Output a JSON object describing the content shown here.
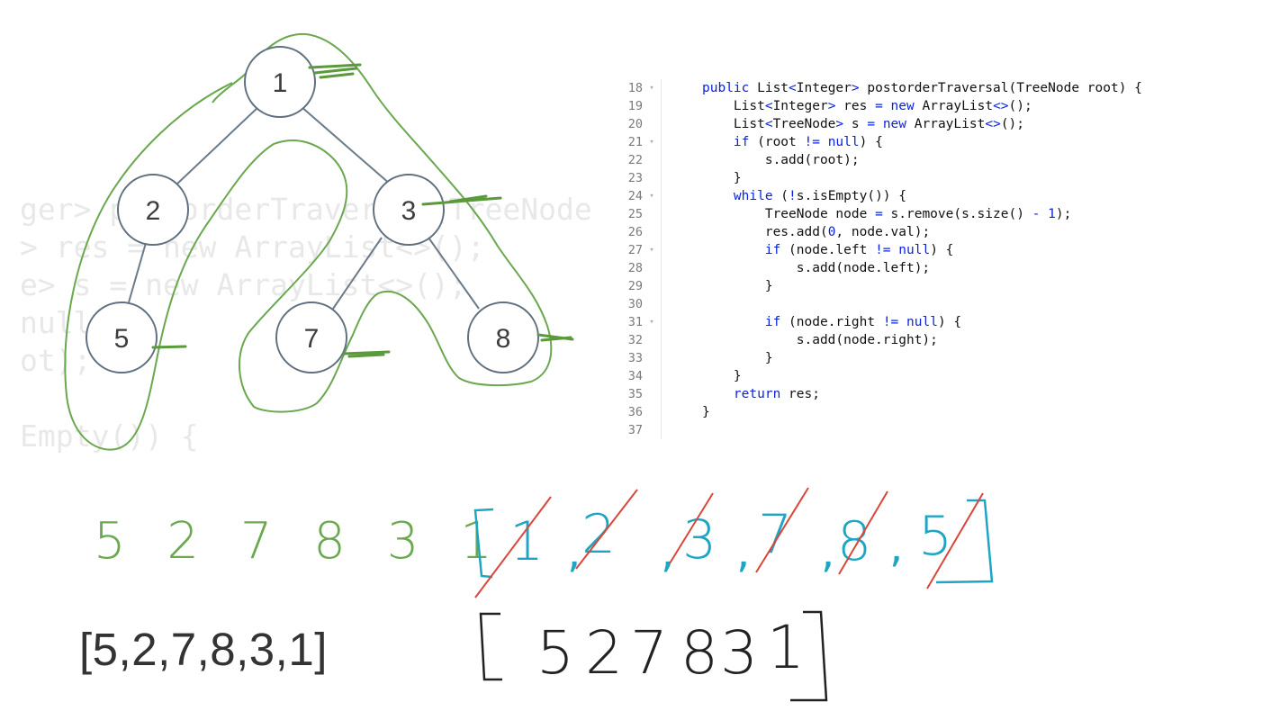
{
  "background_code": {
    "lines": [
      "ger> postorderTraversal(TreeNode root) {",
      "> res = new ArrayList<>();",
      "e> s = new ArrayList<>();",
      "null) {",
      "ot);",
      "",
      "Empty()) {"
    ]
  },
  "tree": {
    "nodes": [
      {
        "label": "1"
      },
      {
        "label": "2"
      },
      {
        "label": "3"
      },
      {
        "label": "5"
      },
      {
        "label": "7"
      },
      {
        "label": "8"
      }
    ]
  },
  "code": {
    "lines": [
      {
        "n": "18",
        "fold": true,
        "html": "<span class=\"kw\">public</span> List<span class=\"kw\">&lt;</span>Integer<span class=\"kw\">&gt;</span> postorderTraversal(TreeNode root) {"
      },
      {
        "n": "19",
        "fold": false,
        "html": "    List<span class=\"kw\">&lt;</span>Integer<span class=\"kw\">&gt;</span> res <span class=\"kw\">=</span> <span class=\"kw\">new</span> ArrayList<span class=\"kw\">&lt;&gt;</span>();"
      },
      {
        "n": "20",
        "fold": false,
        "html": "    List<span class=\"kw\">&lt;</span>TreeNode<span class=\"kw\">&gt;</span> s <span class=\"kw\">=</span> <span class=\"kw\">new</span> ArrayList<span class=\"kw\">&lt;&gt;</span>();"
      },
      {
        "n": "21",
        "fold": true,
        "html": "    <span class=\"kw\">if</span> (root <span class=\"kw\">!=</span> <span class=\"kw\">null</span>) {"
      },
      {
        "n": "22",
        "fold": false,
        "html": "        s.add(root);"
      },
      {
        "n": "23",
        "fold": false,
        "html": "    }"
      },
      {
        "n": "24",
        "fold": true,
        "html": "    <span class=\"kw\">while</span> (<span class=\"kw\">!</span>s.isEmpty()) {"
      },
      {
        "n": "25",
        "fold": false,
        "html": "        TreeNode node <span class=\"kw\">=</span> s.remove(s.size() <span class=\"kw\">-</span> <span class=\"num\">1</span>);"
      },
      {
        "n": "26",
        "fold": false,
        "html": "        res.add(<span class=\"num\">0</span>, node.val);"
      },
      {
        "n": "27",
        "fold": true,
        "html": "        <span class=\"kw\">if</span> (node.left <span class=\"kw\">!=</span> <span class=\"kw\">null</span>) {"
      },
      {
        "n": "28",
        "fold": false,
        "html": "            s.add(node.left);"
      },
      {
        "n": "29",
        "fold": false,
        "html": "        }"
      },
      {
        "n": "30",
        "fold": false,
        "html": ""
      },
      {
        "n": "31",
        "fold": true,
        "html": "        <span class=\"kw\">if</span> (node.right <span class=\"kw\">!=</span> <span class=\"kw\">null</span>) {"
      },
      {
        "n": "32",
        "fold": false,
        "html": "            s.add(node.right);"
      },
      {
        "n": "33",
        "fold": false,
        "html": "        }"
      },
      {
        "n": "34",
        "fold": false,
        "html": "    }"
      },
      {
        "n": "35",
        "fold": false,
        "html": "    <span class=\"kw\">return</span> res;"
      },
      {
        "n": "36",
        "fold": false,
        "html": "}"
      },
      {
        "n": "37",
        "fold": false,
        "html": ""
      }
    ]
  },
  "handwritten_green_sequence": "5 2 7 8 3 1",
  "result_text": "[5,2,7,8,3,1]",
  "stack_items": [
    "1",
    "2",
    "3",
    "7",
    "8",
    "5"
  ],
  "handwritten_result_digits": [
    "5",
    "2",
    "7",
    "8",
    "3",
    "1"
  ],
  "colors": {
    "green_ink": "#6aa84f",
    "blue_ink": "#1ea5c4",
    "red_strike": "#d9463b",
    "keyword_blue": "#0b24d9"
  }
}
